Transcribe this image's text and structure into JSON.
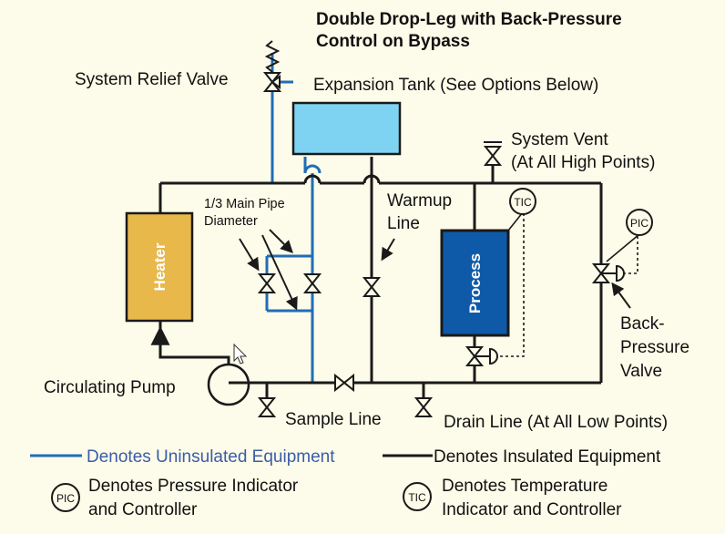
{
  "title": {
    "line1": "Double Drop-Leg with Back-Pressure",
    "line2": "Control on Bypass"
  },
  "labels": {
    "relief_valve": "System Relief Valve",
    "expansion_tank": "Expansion Tank (See Options Below)",
    "system_vent_1": "System Vent",
    "system_vent_2": "(At All High Points)",
    "pipe_dia_1": "1/3 Main Pipe",
    "pipe_dia_2": "Diameter",
    "warmup_1": "Warmup",
    "warmup_2": "Line",
    "heater": "Heater",
    "process": "Process",
    "tic": "TIC",
    "pic": "PIC",
    "bp_1": "Back-",
    "bp_2": "Pressure",
    "bp_3": "Valve",
    "pump": "Circulating Pump",
    "sample": "Sample Line",
    "drain": "Drain Line (At All Low Points)"
  },
  "legend": {
    "uninsulated": "Denotes Uninsulated Equipment",
    "insulated": "Denotes Insulated Equipment",
    "pic_symbol": "PIC",
    "pic_1": "Denotes Pressure Indicator",
    "pic_2": "and Controller",
    "tic_symbol": "TIC",
    "tic_1": "Denotes Temperature",
    "tic_2": "Indicator and Controller"
  },
  "colors": {
    "background": "#fdfbe9",
    "insulated_line": "#1a1a1a",
    "uninsulated_line": "#1f6eb5",
    "heater_fill": "#e8b84a",
    "process_fill": "#0e5aa8",
    "tank_fill": "#7fd3f2",
    "legend_blue_text": "#3a5da8"
  }
}
